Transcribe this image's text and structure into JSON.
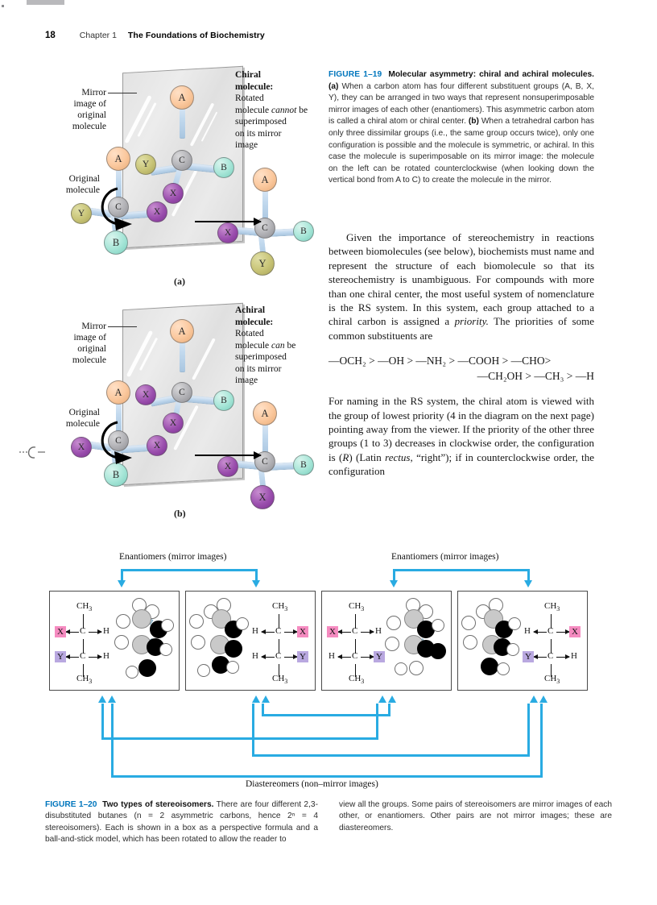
{
  "running_head": {
    "page_number": "18",
    "chapter": "Chapter 1",
    "title": "The Foundations of Biochemistry"
  },
  "figure_1_19": {
    "caption_number": "FIGURE 1–19",
    "caption_title": "Molecular asymmetry: chiral and achiral molecules.",
    "caption_a_tag": "(a)",
    "caption_a_text": " When a carbon atom has four different substituent groups (A, B, X, Y), they can be arranged in two ways that represent nonsuperimposable mirror images of each other (enantiomers). This asymmetric carbon atom is called a chiral atom or chiral center. ",
    "caption_b_tag": "(b)",
    "caption_b_text": " When a tetrahedral carbon has only three dissimilar groups (i.e., the same group occurs twice), only one configuration is possible and the molecule is symmetric, or achiral. In this case the molecule is superimposable on its mirror image: the molecule on the left can be rotated counterclockwise (when looking down the vertical bond from A to C) to create the molecule in the mirror.",
    "panel_a": {
      "letter": "(a)",
      "mirror_label": "Mirror\nimage of\noriginal\nmolecule",
      "original_label": "Original\nmolecule",
      "side_title": "Chiral\nmolecule:",
      "side_text_1": "Rotated\nmolecule ",
      "side_text_italic": "cannot",
      "side_text_2": " be\nsuperimposed\non its mirror\nimage",
      "atoms_original": [
        "A",
        "C",
        "Y",
        "X",
        "B"
      ],
      "atoms_mirror": [
        "A",
        "C",
        "Y",
        "X",
        "B"
      ],
      "atoms_rotated": [
        "A",
        "C",
        "X",
        "B",
        "Y"
      ]
    },
    "panel_b": {
      "letter": "(b)",
      "mirror_label": "Mirror\nimage of\noriginal\nmolecule",
      "original_label": "Original\nmolecule",
      "side_title": "Achiral\nmolecule:",
      "side_text_1": "Rotated\nmolecule ",
      "side_text_italic": "can",
      "side_text_2": " be\nsuperimposed\non its mirror\nimage",
      "atoms_original": [
        "A",
        "C",
        "X",
        "X",
        "B"
      ],
      "atoms_mirror": [
        "A",
        "C",
        "X",
        "X",
        "B"
      ],
      "atoms_rotated": [
        "A",
        "C",
        "X",
        "B",
        "X"
      ]
    }
  },
  "body": {
    "para1": "Given the importance of stereochemistry in reactions between biomolecules (see below), biochemists must name and represent the structure of each biomolecule so that its stereochemistry is unambiguous. For compounds with more than one chiral center, the most useful system of nomenclature is the RS system. In this system, each group attached to a chiral carbon is assigned a ",
    "para1_italic": "priority.",
    "para1_end": " The priorities of some common substituents are",
    "priority_line1": "—OCH₂ > —OH > —NH₂ > —COOH > —CHO>",
    "priority_line2": "—CH₂OH > —CH₃ > —H",
    "para2_a": "For naming in the RS system, the chiral atom is viewed with the group of lowest priority (4 in the diagram on the next page) pointing away from the viewer. If the priority of the other three groups (1 to 3) decreases in clockwise order, the configuration is (",
    "para2_R": "R",
    "para2_b": ") (Latin ",
    "para2_rectus": "rectus,",
    "para2_c": " “right”); if in counterclockwise order, the configuration"
  },
  "figure_1_20": {
    "enantiomers_label_left": "Enantiomers (mirror images)",
    "enantiomers_label_right": "Enantiomers (mirror images)",
    "diastereomers_label": "Diastereomers (non–mirror images)",
    "bracket_color": "#29abe2",
    "boxes": [
      {
        "id": "isomer-1",
        "top_group": "CH",
        "top_sub": "3",
        "bottom_group": "CH",
        "bottom_sub": "3",
        "c1_left": "X",
        "c1_left_highlight": "pink",
        "c1_right": "H",
        "c1_right_highlight": "none",
        "c2_left": "Y",
        "c2_left_highlight": "lavender",
        "c2_right": "H",
        "c2_right_highlight": "none"
      },
      {
        "id": "isomer-2",
        "top_group": "CH",
        "top_sub": "3",
        "bottom_group": "CH",
        "bottom_sub": "3",
        "c1_left": "H",
        "c1_left_highlight": "none",
        "c1_right": "X",
        "c1_right_highlight": "pink",
        "c2_left": "H",
        "c2_left_highlight": "none",
        "c2_right": "Y",
        "c2_right_highlight": "lavender"
      },
      {
        "id": "isomer-3",
        "top_group": "CH",
        "top_sub": "3",
        "bottom_group": "CH",
        "bottom_sub": "3",
        "c1_left": "X",
        "c1_left_highlight": "pink",
        "c1_right": "H",
        "c1_right_highlight": "none",
        "c2_left": "H",
        "c2_left_highlight": "none",
        "c2_right": "Y",
        "c2_right_highlight": "lavender"
      },
      {
        "id": "isomer-4",
        "top_group": "CH",
        "top_sub": "3",
        "bottom_group": "CH",
        "bottom_sub": "3",
        "c1_left": "H",
        "c1_left_highlight": "none",
        "c1_right": "X",
        "c1_right_highlight": "pink",
        "c2_left": "Y",
        "c2_left_highlight": "lavender",
        "c2_right": "H",
        "c2_right_highlight": "none"
      }
    ],
    "carbon_label": "C",
    "caption_number": "FIGURE 1–20",
    "caption_title": "Two types of stereoisomers.",
    "caption_col1": " There are four different 2,3-disubstituted butanes (n = 2 asymmetric carbons, hence 2ⁿ = 4 stereoisomers). Each is shown in a box as a perspective formula and a ball-and-stick model, which has been rotated to allow the reader to",
    "caption_col2": "view all the groups. Some pairs of stereoisomers are mirror images of each other, or enantiomers. Other pairs are not mirror images; these are diastereomers."
  },
  "colors": {
    "accent_blue": "#0076bd",
    "bracket_blue": "#29abe2",
    "atom_a": "#fbc99f",
    "atom_b": "#a8e6d8",
    "atom_c": "#b6b6ba",
    "atom_x": "#9b4fae",
    "atom_y": "#c9c578",
    "highlight_pink": "#f58bc0",
    "highlight_lavender": "#b9a8e0"
  }
}
